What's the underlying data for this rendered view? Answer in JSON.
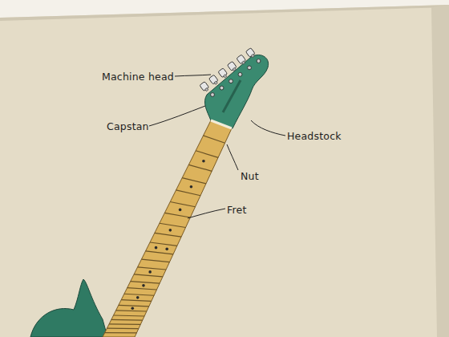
{
  "diagram": {
    "labels": [
      "Machine head",
      "Capstan",
      "Headstock",
      "Nut",
      "Fret"
    ]
  }
}
